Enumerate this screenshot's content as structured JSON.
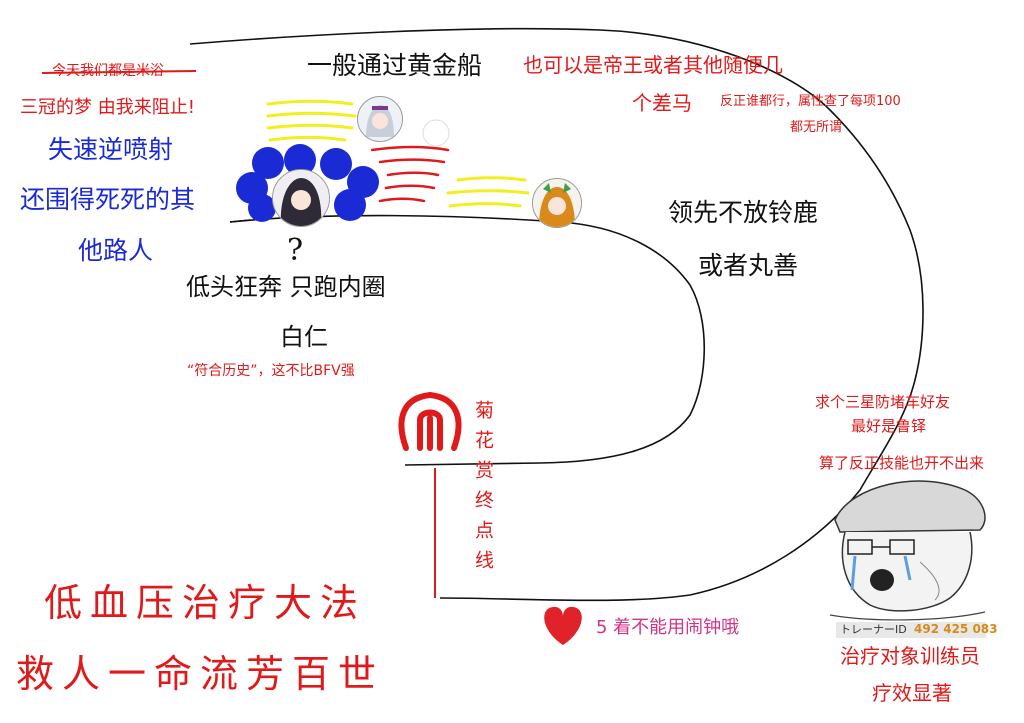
{
  "texts": {
    "strike_note": "今天我们都是米浴",
    "top_left_1": "三冠的梦 由我来阻止!",
    "blue_1": "失速逆喷射",
    "blue_2": "还围得死死的其",
    "blue_3": "他路人",
    "top_title": "一般通过黄金船",
    "top_alt_1": "也可以是帝王或者其他随便几",
    "top_alt_2": "个差马",
    "top_note_1": "反正谁都行，属性查了每项100",
    "top_note_2": "都无所谓",
    "right_lead_1": "领先不放铃鹿",
    "right_lead_2": "或者丸善",
    "question": "?",
    "inner_1": "低头狂奔 只跑内圈",
    "inner_2": "白仁",
    "inner_note": "“符合历史”，这不比BFV强",
    "finish_label": "菊花赏终点线",
    "friend_1": "求个三星防堵车好友",
    "friend_2": "最好是鲁铎",
    "friend_3": "算了反正技能也开不出来",
    "big_1": "低血压治疗大法",
    "big_2": "救人一命流芳百世",
    "heart_note": "5 着不能用闹钟哦",
    "trainer_id_label": "トレーナーID",
    "trainer_id_value": "492 425 083",
    "trainer_1": "治疗对象训练员",
    "trainer_2": "疗效显著"
  },
  "colors": {
    "red": "#e01a1a",
    "blue": "#1a2bd6",
    "yellow": "#f3ee1e",
    "magenta": "#d63384",
    "heart": "#e0222a",
    "orange": "#d98a1a"
  },
  "icons": {
    "avatar_top": "grey-hair-horsegirl-avatar",
    "avatar_left": "dark-hair-horsegirl-avatar",
    "avatar_right": "orange-hair-horsegirl-avatar",
    "finish_logo": "red-horseshoe-gate-icon",
    "heart": "heart-icon",
    "wojak": "crying-wojak-cap-icon"
  }
}
